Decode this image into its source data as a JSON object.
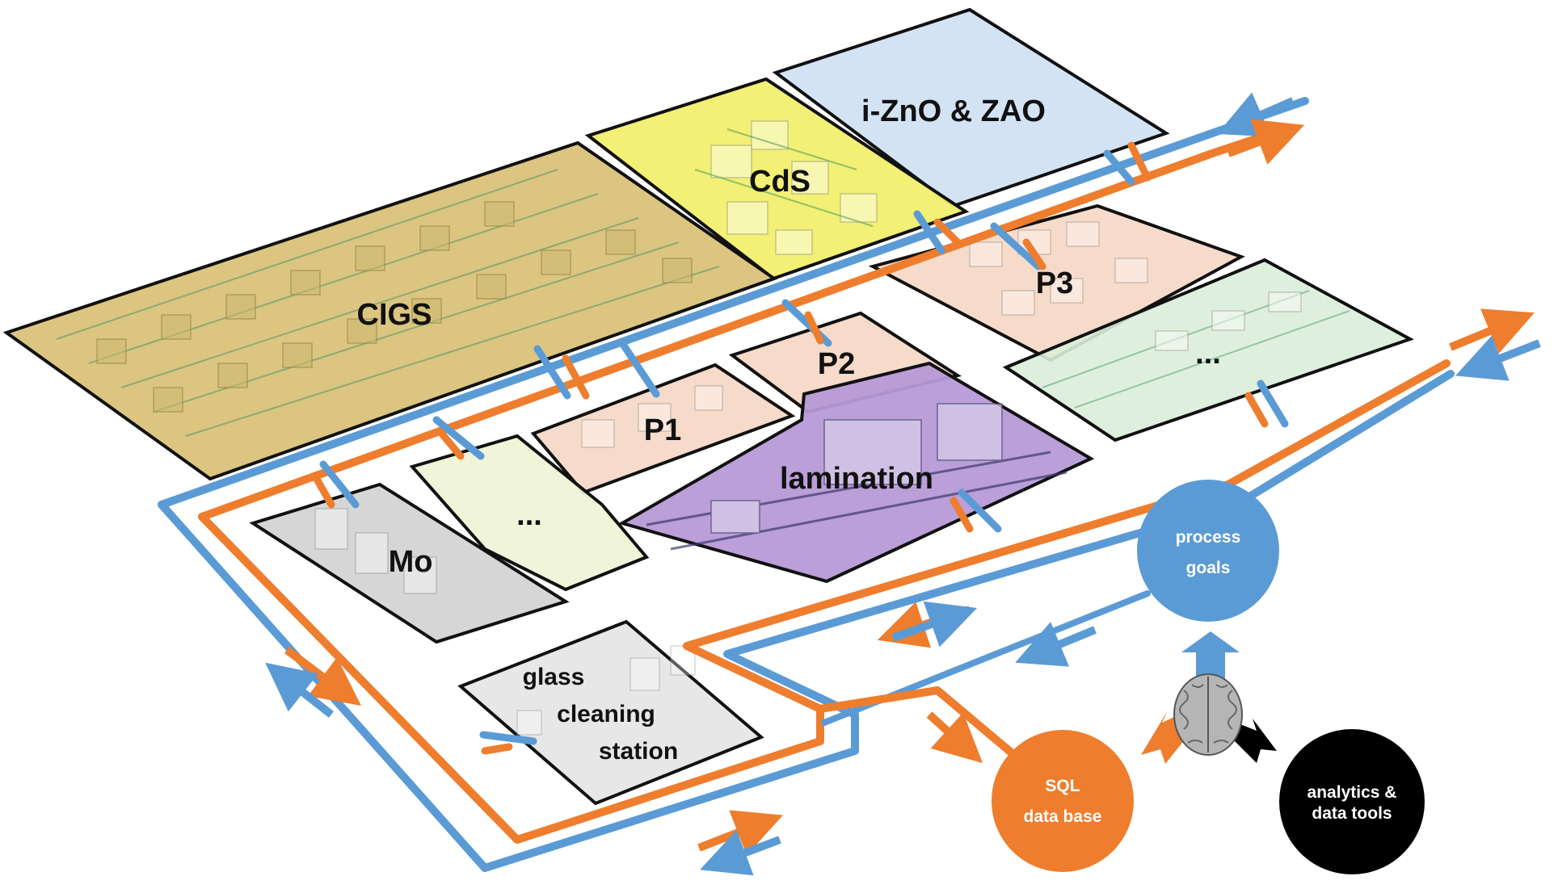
{
  "zones": {
    "izno": "i-ZnO & ZAO",
    "cds": "CdS",
    "cigs": "CIGS",
    "p1": "P1",
    "p2": "P2",
    "p3": "P3",
    "lamination": "lamination",
    "mo": "Mo",
    "dots_left": "...",
    "dots_right": "...",
    "glass": [
      "glass",
      "cleaning",
      "station"
    ]
  },
  "nodes": {
    "process_goals": [
      "process",
      "goals"
    ],
    "sql_database": [
      "SQL",
      "data base"
    ],
    "analytics": [
      "analytics &",
      "data tools"
    ]
  },
  "icons": {
    "brain": "brain-icon",
    "arrow_up": "arrow-up-icon",
    "arrow_left": "arrow-left-icon",
    "arrow_right": "arrow-right-icon"
  },
  "colors": {
    "orange": "#ee7d2d",
    "blue": "#5b9bd5",
    "black": "#000000",
    "izno_fill": "#cfe0f3",
    "cds_fill": "#f1ef6e",
    "cigs_fill": "#d9c27a",
    "scribe_fill": "#f5d6c4",
    "lamination_fill": "#b79ad6",
    "mo_fill": "#d2d2d2",
    "dots_left_fill": "#eef4d6",
    "dots_right_fill": "#dbedd9",
    "glass_fill": "#e6e6e6"
  }
}
